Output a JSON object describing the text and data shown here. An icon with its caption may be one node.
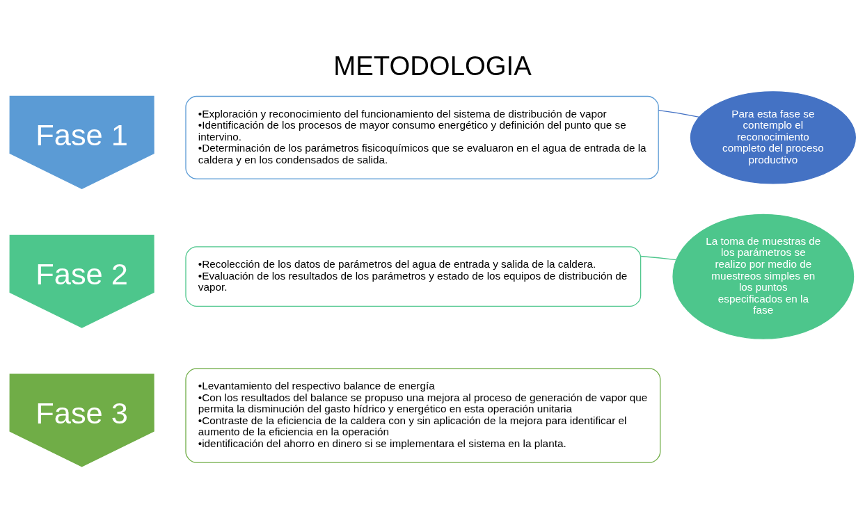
{
  "diagram": {
    "title": "METODOLOGIA",
    "nodes": [
      {
        "text": [
          "Fase 1"
        ]
      },
      {
        "text": [
          "•Exploración y reconocimiento del funcionamiento del sistema de distribución de vapor",
          "•Identificación de los procesos de mayor consumo energético y definición del punto que se intervino.",
          "•Determinación de los parámetros fisicoquímicos que se evaluaron en el agua de entrada de la caldera y en los condensados de salida."
        ]
      },
      {
        "text": [
          "Para esta fase se contemplo el reconocimiento completo del proceso productivo"
        ]
      },
      {
        "text": [
          "Fase 2"
        ]
      },
      {
        "text": [
          "•Recolección de los datos de parámetros del agua de entrada y salida de la caldera.",
          "•Evaluación de los resultados de los parámetros y estado de los equipos de distribución de vapor."
        ]
      },
      {
        "text": [
          "La toma de muestras de los parámetros se realizo por medio de muestreos simples en los puntos especificados en la fase"
        ]
      },
      {
        "text": [
          "Fase 3"
        ]
      },
      {
        "text": [
          "•Levantamiento del respectivo balance de energía",
          "•Con los resultados del balance se propuso una mejora al proceso de generación de vapor que permita la disminución del gasto hídrico y energético en esta operación unitaria",
          "•Contraste de la eficiencia de la caldera con y sin aplicación de la mejora para identificar el aumento de la eficiencia en la operación",
          "•identificación del ahorro en dinero si se implementara el sistema en la planta."
        ]
      }
    ],
    "edges": [
      {
        "from": 1,
        "to": 2,
        "arrow": "none",
        "color": "#4472c4"
      },
      {
        "from": 4,
        "to": 5,
        "arrow": "none",
        "color": "#4dc68c"
      }
    ]
  }
}
